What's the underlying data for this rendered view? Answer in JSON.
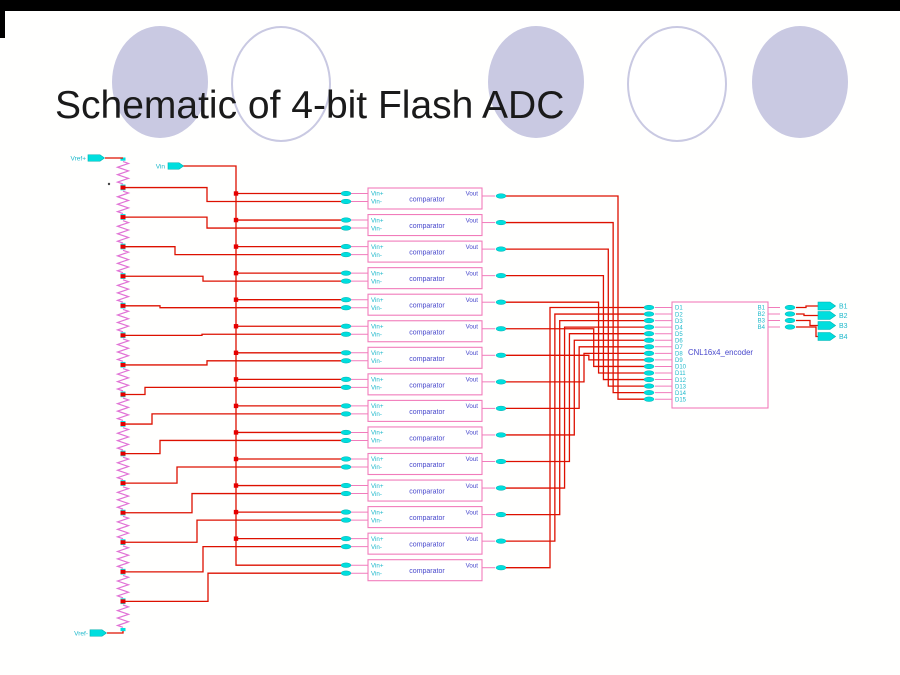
{
  "slide": {
    "title": "Schematic of 4-bit Flash ADC"
  },
  "schematic": {
    "reference_pins": {
      "top": "Vref+",
      "input": "Vin",
      "bottom": "Vref-"
    },
    "comparators": {
      "count": 15,
      "instance_label": "comparator",
      "pin_inplus": "Vin+",
      "pin_inminus": "Vin-",
      "pin_out": "Vout"
    },
    "encoder": {
      "instance_label": "CNL16x4_encoder",
      "input_pins": [
        "D1",
        "D2",
        "D3",
        "D4",
        "D5",
        "D6",
        "D7",
        "D8",
        "D9",
        "D10",
        "D11",
        "D12",
        "D13",
        "D14",
        "D15"
      ],
      "output_pins": [
        "B1",
        "B2",
        "B3",
        "B4"
      ]
    },
    "output_terminals": [
      "B1",
      "B2",
      "B3",
      "B4"
    ],
    "colors": {
      "wire": "#dd1000",
      "junction": "#e60000",
      "component_outline": "#f17cbb",
      "resistor": "#e173d6",
      "terminal_fill": "#00dede",
      "terminal_edge": "#00b0b0",
      "pin_text": "#1cb8cb",
      "instance_text": "#4848cc",
      "title_text": "#1a1a1a",
      "circle_accent": "#c9c9e2"
    }
  }
}
